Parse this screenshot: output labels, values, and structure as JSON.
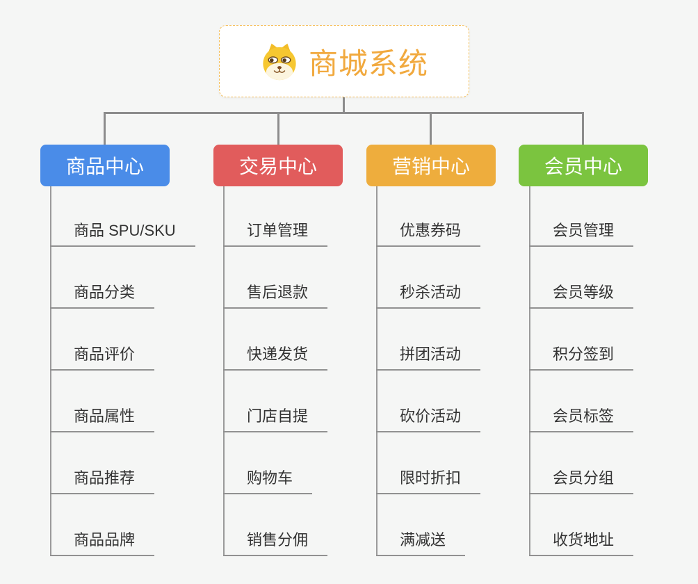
{
  "root": {
    "label": "商城系统",
    "icon": "dog-face-icon",
    "text_color": "#F1A93E",
    "border_color": "#F5BD55"
  },
  "branches": [
    {
      "label": "商品中心",
      "color": "#4A8CE8",
      "items": [
        "商品 SPU/SKU",
        "商品分类",
        "商品评价",
        "商品属性",
        "商品推荐",
        "商品品牌"
      ]
    },
    {
      "label": "交易中心",
      "color": "#E15C5C",
      "items": [
        "订单管理",
        "售后退款",
        "快递发货",
        "门店自提",
        "购物车",
        "销售分佣"
      ]
    },
    {
      "label": "营销中心",
      "color": "#EEAD3D",
      "items": [
        "优惠券码",
        "秒杀活动",
        "拼团活动",
        "砍价活动",
        "限时折扣",
        "满减送"
      ]
    },
    {
      "label": "会员中心",
      "color": "#7BC43F",
      "items": [
        "会员管理",
        "会员等级",
        "积分签到",
        "会员标签",
        "会员分组",
        "收货地址"
      ]
    }
  ],
  "style": {
    "connector_color": "#8C8C8C",
    "leaf_line_color": "#919191",
    "leaf_text_color": "#333333",
    "background": "#F5F6F5"
  }
}
